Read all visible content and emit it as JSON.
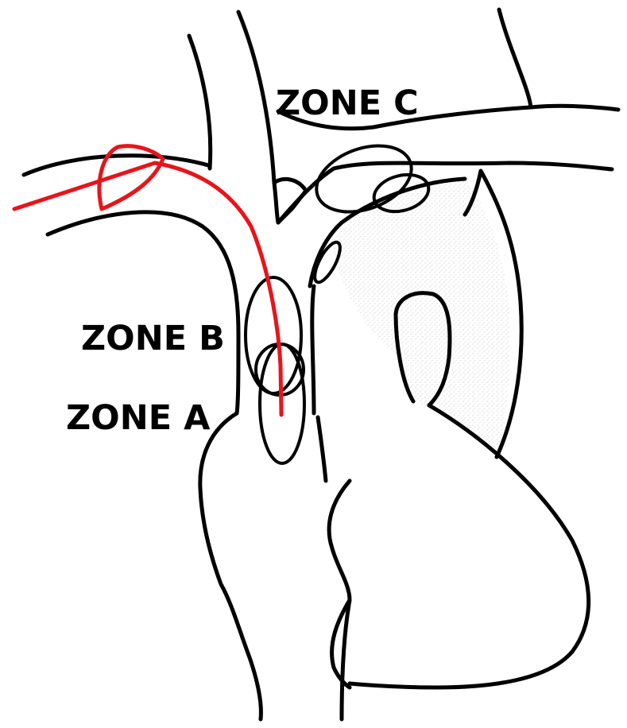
{
  "labels": {
    "zone_c": "ZONE C",
    "zone_b": "ZONE B",
    "zone_a": "ZONE A"
  },
  "colors": {
    "outline": "#000000",
    "catheter": "#e8141b",
    "stipple": "#b3b3b3",
    "background": "#ffffff"
  }
}
